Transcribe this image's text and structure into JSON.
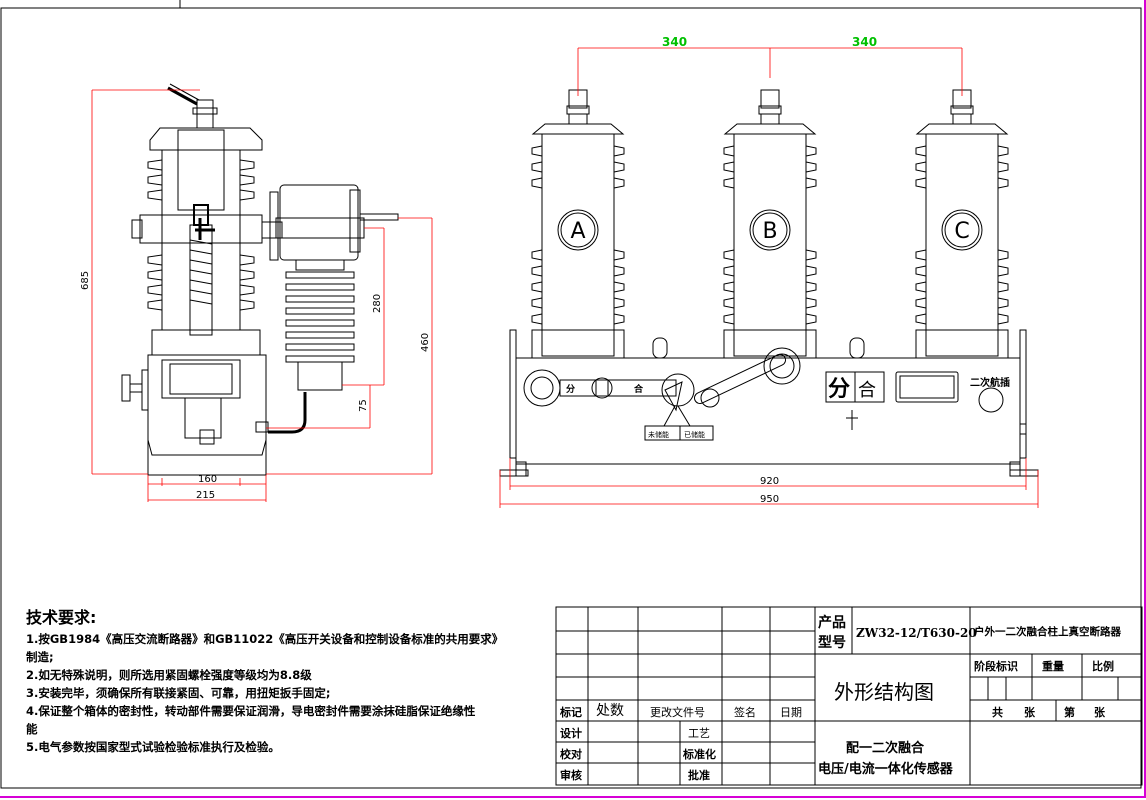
{
  "dimensions": {
    "top_spacing_left": "340",
    "top_spacing_right": "340",
    "side_height_total": "685",
    "side_height_460": "460",
    "side_height_280": "280",
    "side_height_75": "75",
    "side_base_160": "160",
    "side_base_215": "215",
    "front_width_920": "920",
    "front_width_950": "950"
  },
  "phase_labels": [
    "A",
    "B",
    "C"
  ],
  "panel_labels": {
    "open_small": "分",
    "close_small": "合",
    "big_open": "分",
    "big_close": "合",
    "secondary_plug": "二次航插",
    "not_stored": "未储能",
    "stored": "已储能"
  },
  "tech_requirements": {
    "title": "技术要求:",
    "items": [
      "1.按GB1984《高压交流断路器》和GB11022《高压开关设备和控制设备标准的共用要求》",
      "制造;",
      "2.如无特殊说明，则所选用紧固螺栓强度等级均为8.8级",
      "3.安装完毕，须确保所有联接紧固、可靠，用扭矩扳手固定;",
      "4.保证整个箱体的密封性，转动部件需要保证润滑，导电密封件需要涂抹硅脂保证绝缘性",
      "能",
      "5.电气参数按国家型式试验检验标准执行及检验。"
    ]
  },
  "title_block": {
    "product_model_label_1": "产品",
    "product_model_label_2": "型号",
    "model": "ZW32-12/T630-20",
    "product_name": "户外一二次融合柱上真空断路器",
    "drawing_title": "外形结构图",
    "stage_mark": "阶段标识",
    "weight": "重量",
    "scale": "比例",
    "sheets_total": "共",
    "sheets_unit_1": "张",
    "sheet_no": "第",
    "sheets_unit_2": "张",
    "mark": "标记",
    "count": "处数",
    "change_doc": "更改文件号",
    "signature": "签名",
    "date": "日期",
    "design": "设计",
    "check": "校对",
    "review": "审核",
    "process": "工艺",
    "standardize": "标准化",
    "approve": "批准",
    "subtitle_1": "配一二次融合",
    "subtitle_2": "电压/电流一体化传感器"
  },
  "colors": {
    "line": "#000000",
    "dimension": "#ff0000",
    "dimension_text": "#00c000",
    "border": "#d600d6"
  }
}
